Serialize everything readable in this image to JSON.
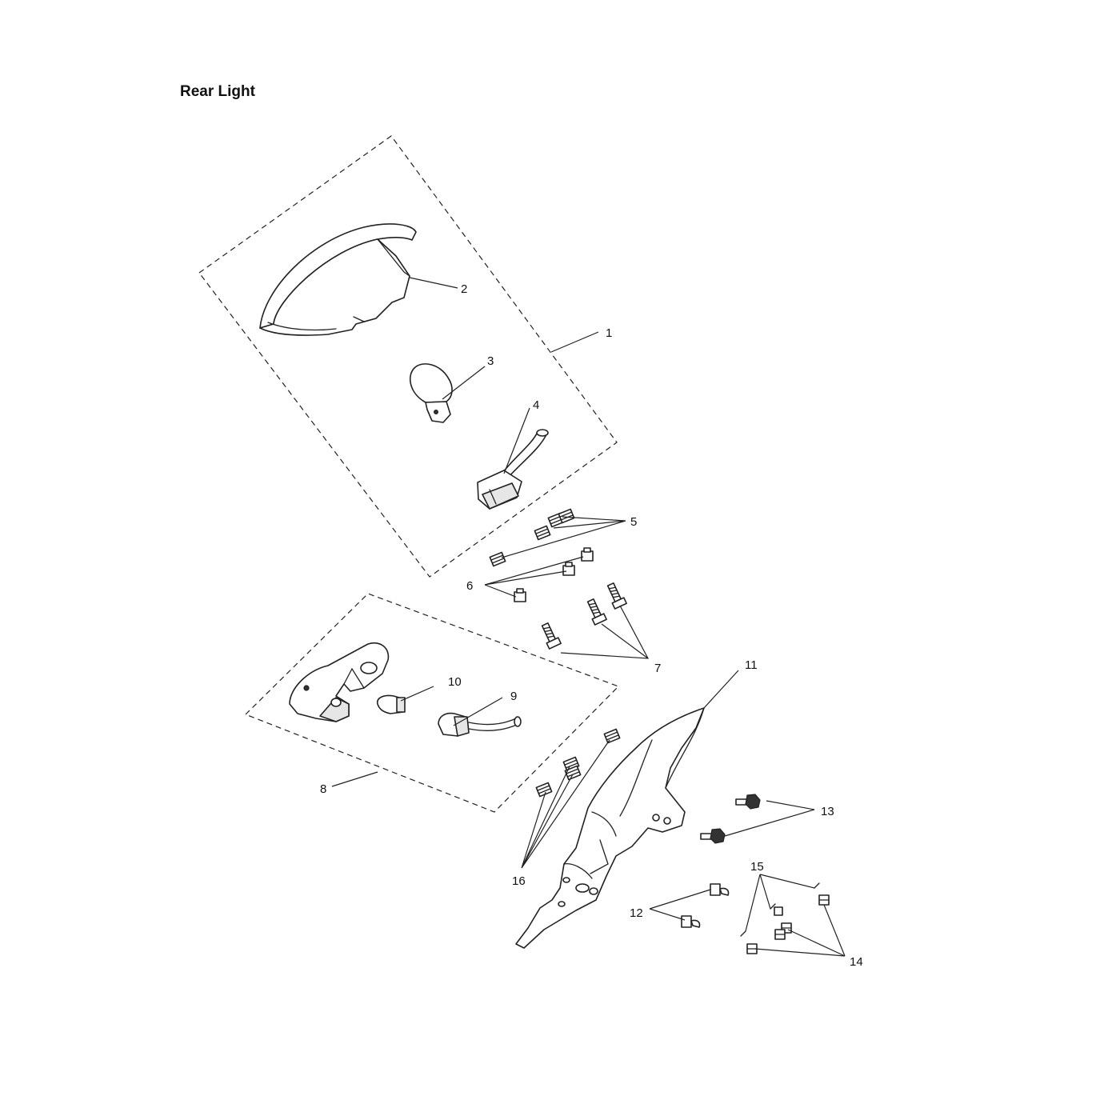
{
  "title": "Rear Light",
  "callouts": [
    "1",
    "2",
    "3",
    "4",
    "5",
    "6",
    "7",
    "8",
    "9",
    "10",
    "11",
    "12",
    "13",
    "14",
    "15",
    "16"
  ],
  "colors": {
    "line": "#222222",
    "background": "#ffffff"
  }
}
